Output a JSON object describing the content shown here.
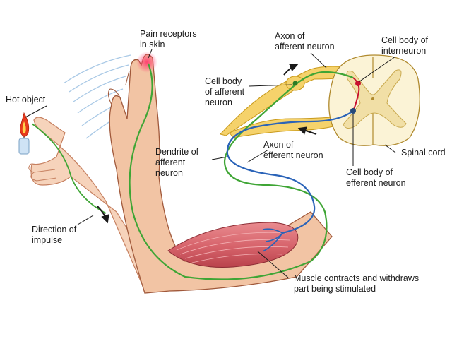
{
  "diagram": {
    "labels": {
      "pain_receptors": "Pain receptors\nin skin",
      "axon_afferent": "Axon of\nafferent neuron",
      "cell_body_interneuron": "Cell body of\ninterneuron",
      "hot_object": "Hot object",
      "cell_body_afferent": "Cell body\nof afferent\nneuron",
      "dendrite_afferent": "Dendrite of\nafferent\nneuron",
      "axon_efferent": "Axon of\nefferent neuron",
      "spinal_cord": "Spinal cord",
      "cell_body_efferent": "Cell body of\nefferent neuron",
      "direction_impulse": "Direction of\nimpulse",
      "muscle_contracts": "Muscle contracts and withdraws\npart being stimulated"
    },
    "colors": {
      "skin": "#f2c4a4",
      "skin_outline": "#a0583a",
      "afferent_nerve": "#3fa535",
      "efferent_nerve": "#2a63b8",
      "interneuron": "#c8102e",
      "nerve_root": "#f5d26b",
      "spinal_gray": "#f1dfa6",
      "spinal_white": "#fbf3d6",
      "muscle": "#d6626a",
      "flame": "#e83a1c"
    }
  }
}
